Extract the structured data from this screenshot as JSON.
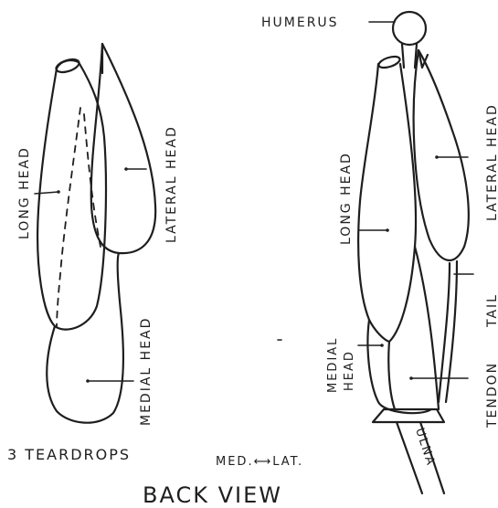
{
  "left_figure": {
    "long_head_label": "LONG HEAD",
    "lateral_head_label": "LATERAL HEAD",
    "medial_head_label": "MEDIAL HEAD",
    "caption": "3 TEARDROPS"
  },
  "right_figure": {
    "humerus_label": "HUMERUS",
    "long_head_label": "LONG HEAD",
    "lateral_head_label": "LATERAL HEAD",
    "medial_label": "MEDIAL",
    "head_label": "HEAD",
    "tail_label": "TAIL",
    "tendon_label": "TENDON",
    "ulna_label": "ULNA"
  },
  "direction_label": "MED.⟷LAT.",
  "title": "BACK VIEW",
  "colors": {
    "ink": "#1e1e1e",
    "paper": "#ffffff"
  }
}
